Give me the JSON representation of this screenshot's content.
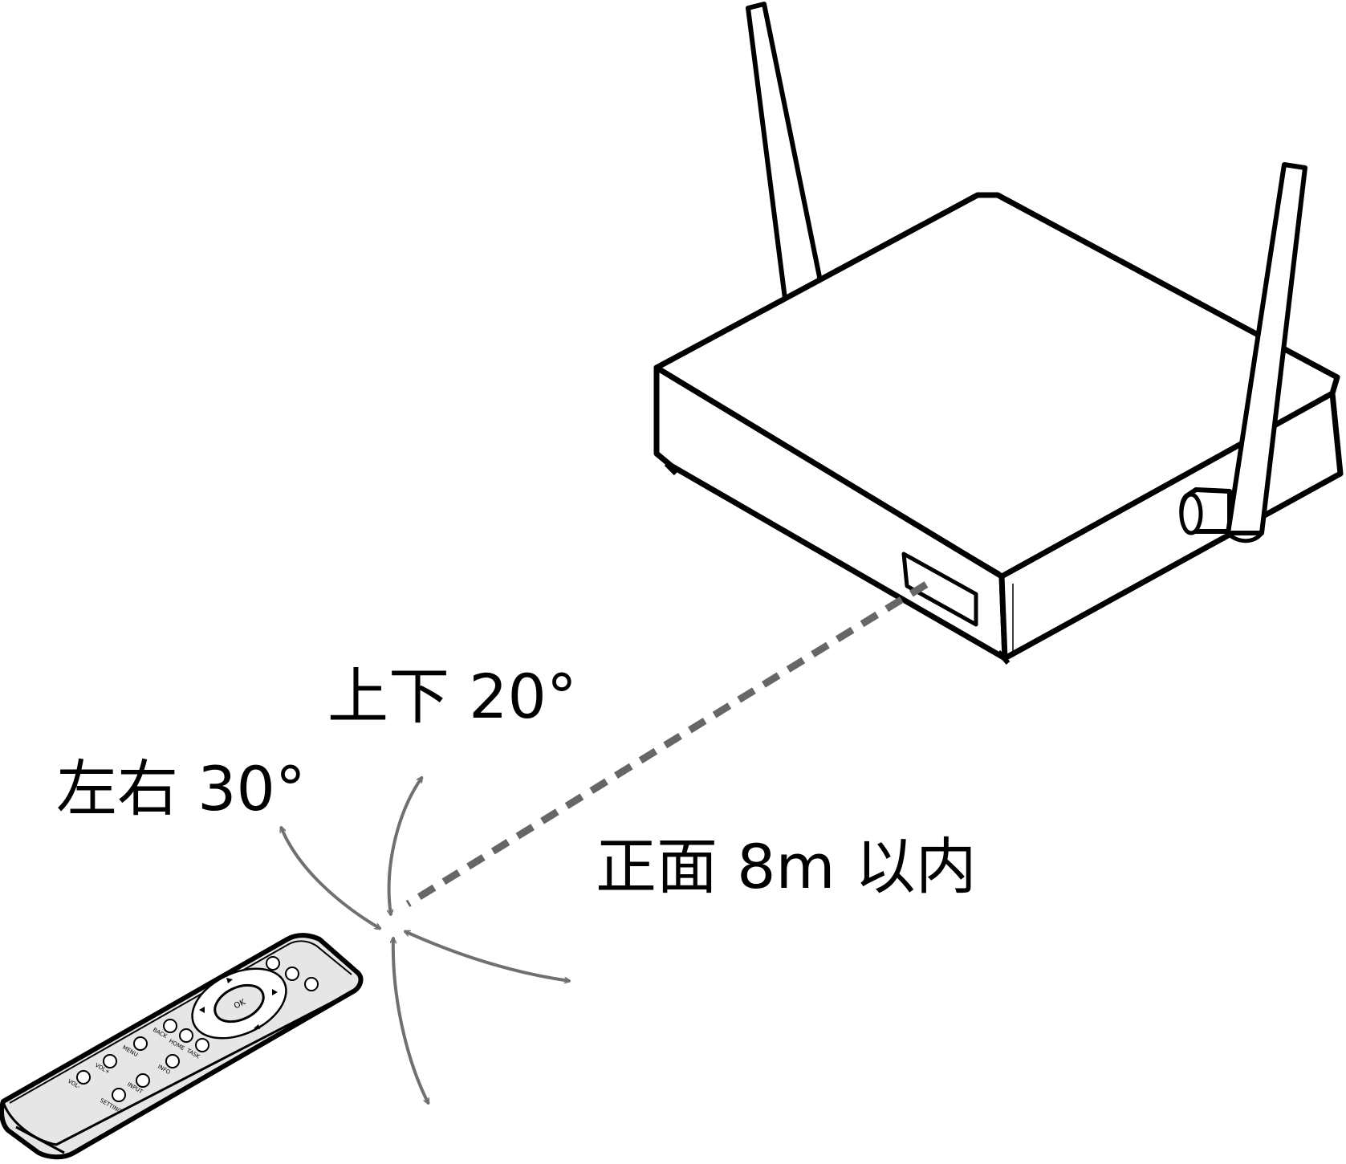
{
  "labels": {
    "vertical_angle": "上下 20°",
    "horizontal_angle": "左右 30°",
    "distance": "正面 8m 以内"
  },
  "remote": {
    "ok_label": "OK",
    "buttons": [
      "BACK",
      "HOME",
      "TASK",
      "MENU",
      "INFO",
      "VOL+",
      "VOL-",
      "INPUT",
      "SETTING"
    ]
  },
  "colors": {
    "outline": "#000000",
    "beam": "#666666",
    "arrows": "#707070",
    "remote_fill": "#e6e6e6",
    "device_fill": "#ffffff"
  }
}
